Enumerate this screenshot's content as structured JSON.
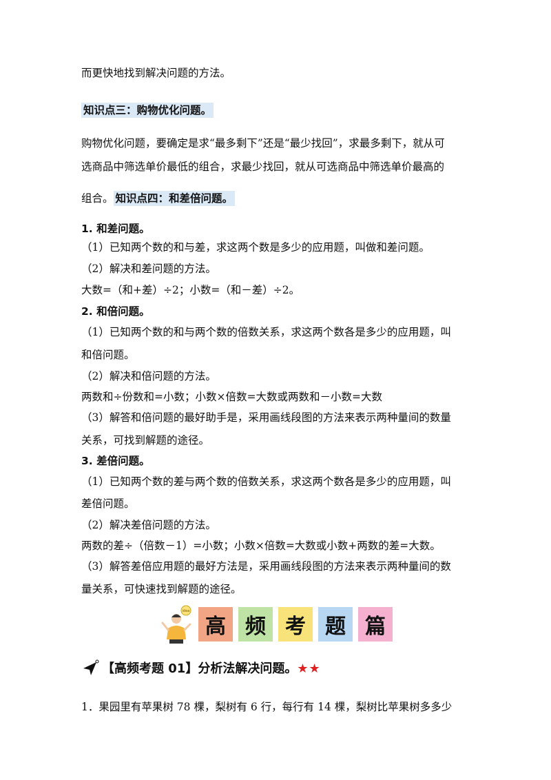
{
  "lines": {
    "l1": "而更快地找到解决问题的方法。",
    "k3": "知识点三：购物优化问题。",
    "p1": "购物优化问题，要确定是求“最多剩下”还是“最少找回”，求最多剩下，就从可",
    "p2": "选商品中筛选单价最低的组合，求最少找回，就从可选商品中筛选单价最高的",
    "p3": "组合。",
    "k4": "知识点四：和差倍问题。",
    "h1": "1.  和差问题。",
    "a1": "（1）已知两个数的和与差，求这两个数是多少的应用题，叫做和差问题。",
    "a2": "（2）解决和差问题的方法。",
    "a3": "大数=（和+差）÷2；小数=（和－差）÷2。",
    "h2": "2.  和倍问题。",
    "b1": "（1）已知两个数的和与两个数的倍数关系，求这两个数各是多少的应用题，叫",
    "b1b": "和倍问题。",
    "b2": "（2）解决和倍问题的方法。",
    "b3": "两数和÷份数和=小数；小数×倍数=大数或两数和－小数=大数",
    "b4": "（3）解答和倍问题的最好助手是，采用画线段图的方法来表示两种量间的数量",
    "b4b": "关系，可找到解题的途径。",
    "h3": "3.  差倍问题。",
    "c1": "（1）已知两个数的差与两个数的倍数关系，求这两个数各是多少的应用题，叫",
    "c1b": "差倍问题。",
    "c2": "（2）解决差倍问题的方法。",
    "c3": "两数的差÷（倍数－1）=小数；小数×倍数=大数或小数+两数的差=大数。",
    "c4": "（3）解答差倍应用题的最好方法是，采用画线段图的方法来表示两种量间的数",
    "c4b": "量关系，可快速找到解题的途径。",
    "q1": "1．果园里有苹果树 78 棵，梨树有 6 行，每行有 14 棵，梨树比苹果树多多少"
  },
  "banner": {
    "chars": [
      "高",
      "频",
      "考",
      "题",
      "篇"
    ],
    "bulb_text": "idea"
  },
  "section": {
    "title": "【高频考题 01】分析法解决问题。",
    "stars": "★★"
  },
  "colors": {
    "highlight": "#dbe9f7",
    "star": "#e02020",
    "tiles": [
      "#f2a585",
      "#bfe3a4",
      "#f7e37a",
      "#b7d6f2",
      "#f5b0cf"
    ]
  }
}
